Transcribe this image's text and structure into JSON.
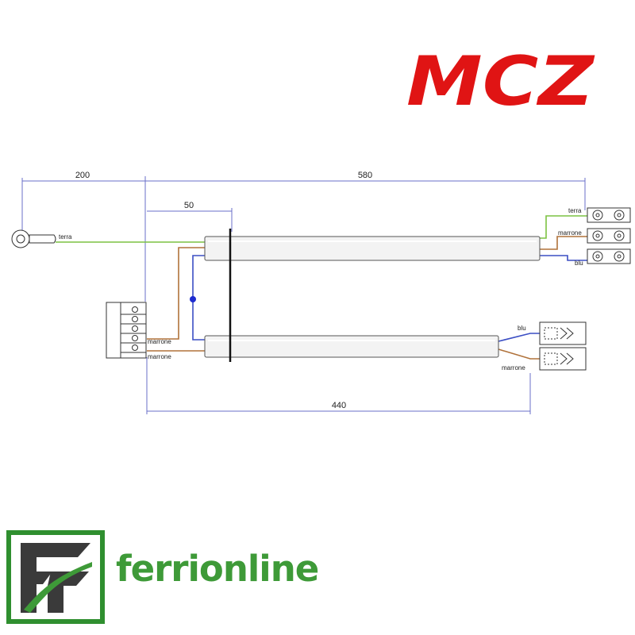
{
  "brand": {
    "text": "MCZ",
    "color": "#e01414"
  },
  "diagram": {
    "dimensions": {
      "d200": "200",
      "d580": "580",
      "d50": "50",
      "d440": "440"
    },
    "wire_labels": {
      "terra_left": "terra",
      "terra_right": "terra",
      "marrone_right": "marrone",
      "blu_right": "blu",
      "marrone_conn_1": "marrone",
      "marrone_conn_2": "marrone",
      "blu_faston": "blu",
      "marrone_faston": "marrone"
    },
    "colors": {
      "terra": "#7cc242",
      "marrone": "#b0723a",
      "blu": "#3b4ec4",
      "dim_line": "#6a6fc8"
    }
  },
  "footer_brand": {
    "text": "ferrionline",
    "color": "#3e9a38"
  }
}
